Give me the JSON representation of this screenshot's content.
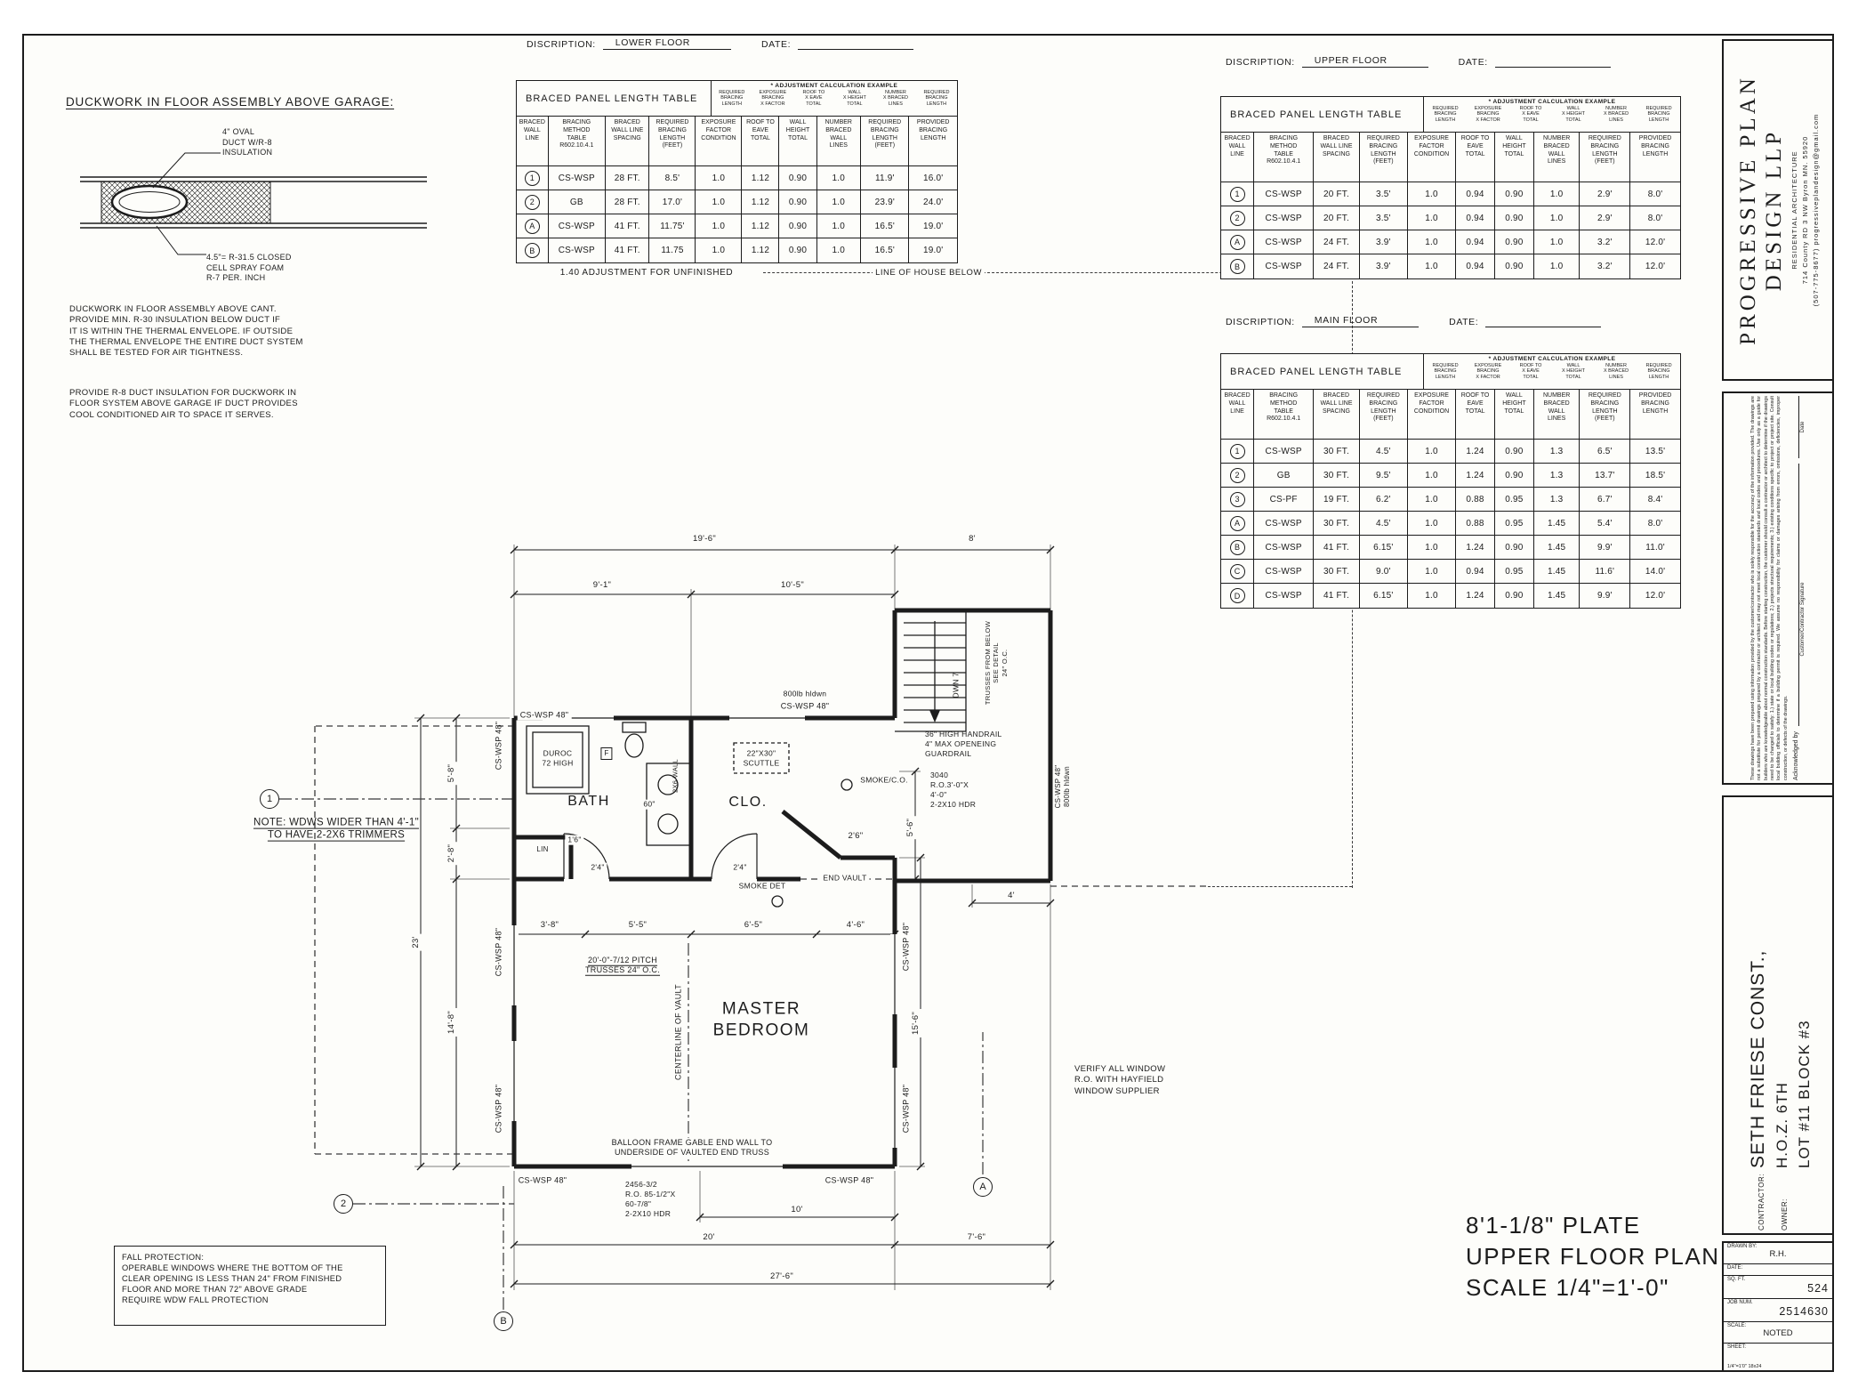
{
  "duct_detail": {
    "title": "DUCKWORK IN FLOOR ASSEMBLY ABOVE GARAGE:",
    "callout_top": "4\" OVAL\nDUCT W/R-8\nINSULATION",
    "callout_bottom": "4.5\"= R-31.5 CLOSED\nCELL SPRAY FOAM\nR-7 PER. INCH",
    "note1": "DUCKWORK IN FLOOR ASSEMBLY ABOVE CANT.\nPROVIDE MIN. R-30 INSULATION BELOW DUCT IF\nIT IS WITHIN THE THERMAL ENVELOPE. IF OUTSIDE\nTHE THERMAL ENVELOPE THE ENTIRE DUCT SYSTEM\nSHALL BE TESTED FOR AIR TIGHTNESS.",
    "note2": "PROVIDE R-8 DUCT INSULATION FOR DUCKWORK IN\nFLOOR SYSTEM ABOVE GARAGE IF DUCT PROVIDES\nCOOL CONDITIONED AIR TO SPACE IT SERVES."
  },
  "tables_shared": {
    "discription_label": "DISCRIPTION:",
    "date_label": "DATE:",
    "title": "BRACED PANEL LENGTH TABLE",
    "adj_title": "* ADJUSTMENT CALCULATION EXAMPLE",
    "adj_cols": [
      "REQUIRED\nBRACING\nLENGTH",
      "EXPOSURE\nBRACING\nX FACTOR",
      "ROOF TO\nX EAVE\nTOTAL",
      "WALL\nX HEIGHT\nTOTAL",
      "NUMBER\nX BRACED\nLINES",
      "REQUIRED\nBRACING\nLENGTH"
    ],
    "headers": [
      "BRACED\nWALL\nLINE",
      "BRACING\nMETHOD\nTABLE\nR602.10.4.1",
      "BRACED\nWALL LINE\nSPACING",
      "REQUIRED\nBRACING\nLENGTH\n(FEET)",
      "EXPOSURE\nFACTOR\nCONDITION",
      "ROOF TO\nEAVE\nTOTAL",
      "WALL\nHEIGHT\nTOTAL",
      "NUMBER\nBRACED\nWALL\nLINES",
      "REQUIRED\nBRACING\nLENGTH\n(FEET)",
      "PROVIDED\nBRACING\nLENGTH"
    ]
  },
  "tables": [
    {
      "discription": "LOWER FLOOR",
      "footnote": "1.40 ADJUSTMENT FOR UNFINISHED",
      "rows": [
        [
          "1",
          "CS-WSP",
          "28 FT.",
          "8.5'",
          "1.0",
          "1.12",
          "0.90",
          "1.0",
          "11.9'",
          "16.0'"
        ],
        [
          "2",
          "GB",
          "28 FT.",
          "17.0'",
          "1.0",
          "1.12",
          "0.90",
          "1.0",
          "23.9'",
          "24.0'"
        ],
        [
          "A",
          "CS-WSP",
          "41 FT.",
          "11.75'",
          "1.0",
          "1.12",
          "0.90",
          "1.0",
          "16.5'",
          "19.0'"
        ],
        [
          "B",
          "CS-WSP",
          "41 FT.",
          "11.75",
          "1.0",
          "1.12",
          "0.90",
          "1.0",
          "16.5'",
          "19.0'"
        ]
      ]
    },
    {
      "discription": "UPPER FLOOR",
      "rows": [
        [
          "1",
          "CS-WSP",
          "20 FT.",
          "3.5'",
          "1.0",
          "0.94",
          "0.90",
          "1.0",
          "2.9'",
          "8.0'"
        ],
        [
          "2",
          "CS-WSP",
          "20 FT.",
          "3.5'",
          "1.0",
          "0.94",
          "0.90",
          "1.0",
          "2.9'",
          "8.0'"
        ],
        [
          "A",
          "CS-WSP",
          "24 FT.",
          "3.9'",
          "1.0",
          "0.94",
          "0.90",
          "1.0",
          "3.2'",
          "12.0'"
        ],
        [
          "B",
          "CS-WSP",
          "24 FT.",
          "3.9'",
          "1.0",
          "0.94",
          "0.90",
          "1.0",
          "3.2'",
          "12.0'"
        ]
      ]
    },
    {
      "discription": "MAIN FLOOR",
      "rows": [
        [
          "1",
          "CS-WSP",
          "30 FT.",
          "4.5'",
          "1.0",
          "1.24",
          "0.90",
          "1.3",
          "6.5'",
          "13.5'"
        ],
        [
          "2",
          "GB",
          "30 FT.",
          "9.5'",
          "1.0",
          "1.24",
          "0.90",
          "1.3",
          "13.7'",
          "18.5'"
        ],
        [
          "3",
          "CS-PF",
          "19 FT.",
          "6.2'",
          "1.0",
          "0.88",
          "0.95",
          "1.3",
          "6.7'",
          "8.4'"
        ],
        [
          "A",
          "CS-WSP",
          "30 FT.",
          "4.5'",
          "1.0",
          "0.88",
          "0.95",
          "1.45",
          "5.4'",
          "8.0'"
        ],
        [
          "B",
          "CS-WSP",
          "41 FT.",
          "6.15'",
          "1.0",
          "1.24",
          "0.90",
          "1.45",
          "9.9'",
          "11.0'"
        ],
        [
          "C",
          "CS-WSP",
          "30 FT.",
          "9.0'",
          "1.0",
          "0.94",
          "0.95",
          "1.45",
          "11.6'",
          "14.0'"
        ],
        [
          "D",
          "CS-WSP",
          "41 FT.",
          "6.15'",
          "1.0",
          "1.24",
          "0.90",
          "1.45",
          "9.9'",
          "12.0'"
        ]
      ]
    }
  ],
  "callouts": {
    "line_of_house": "LINE OF HOUSE BELOW"
  },
  "notes": {
    "trimmers": "NOTE: WDWS WIDER THAN 4'-1\"\nTO HAVE 2-2X6 TRIMMERS",
    "fall_protection": "FALL PROTECTION:\nOPERABLE WINDOWS WHERE THE BOTTOM OF THE\nCLEAR OPENING IS LESS THAN 24\" FROM FINISHED\nFLOOR AND MORE THAN 72\" ABOVE GRADE\nREQUIRE WDW FALL PROTECTION",
    "verify_windows": "VERIFY ALL WINDOW\nR.O. WITH HAYFIELD\nWINDOW SUPPLIER"
  },
  "plan": {
    "labels": {
      "cs_wsp": "CS-WSP 48\"",
      "hldwn": "800lb hldwn",
      "cs_hldwn": "CS-WSP 48\"\n800lb hldwn",
      "duroc": "DUROC\n72 HIGH",
      "fan": "F",
      "bath": "BATH",
      "lin": "LIN",
      "wall2x6": "2X6 WALL",
      "scuttle": "22\"X30\"\nSCUTTLE",
      "clo": "CLO.",
      "smoke_co": "SMOKE/C.O.",
      "smoke_det": "SMOKE DET",
      "end_vault": "END VAULT",
      "window3040": "3040\nR.O.3'-0\"X\n4'-0\"\n2-2X10 HDR",
      "handrail": "36\" HIGH HANDRAIL\n4\" MAX OPENEING\nGUARDRAIL",
      "trusses_below": "TRUSSES FROM BELOW\nSEE DETAIL\n24\" O.C.",
      "dwn": "DWN 7",
      "pitch": "20'-0\"-7/12 PITCH\nTRUSSES 24\" O.C.",
      "centerline": "CENTERLINE OF VAULT",
      "master": "MASTER\nBEDROOM",
      "balloon": "BALLOON FRAME GABLE END WALL TO\nUNDERSIDE OF VAULTED END TRUSS",
      "window2456": "2456-3/2\nR.O. 85-1/2\"X\n60-7/8\"\n2-2X10 HDR"
    },
    "dims": {
      "d19_6": "19'-6\"",
      "d8": "8'",
      "d9_1": "9'-1\"",
      "d10_5": "10'-5\"",
      "d23": "23'",
      "d5_8": "5'-8\"",
      "d2_8": "2'-8\"",
      "d14_8": "14'-8\"",
      "d3_8": "3'-8\"",
      "d5_5": "5'-5\"",
      "d6_5": "6'-5\"",
      "d4_6": "4'-6\"",
      "d15_6": "15'-6\"",
      "d5_6": "5'-6\"",
      "d4": "4'",
      "d2_6": "2'6\"",
      "d10": "10'",
      "d20": "20'",
      "d7_6": "7'-6\"",
      "d27_6": "27'-6\"",
      "d1_6": "1'6\"",
      "d2_4": "2'4\"",
      "d60": "60\""
    },
    "markers": {
      "m1": "1",
      "m2": "2",
      "mA": "A",
      "mB": "B"
    }
  },
  "plan_title": "8'1-1/8\" PLATE\nUPPER FLOOR PLAN\nSCALE 1/4\"=1'-0\"",
  "titleblock": {
    "firm_line1": "PROGRESSIVE PLAN",
    "firm_line2": "DESIGN LLP",
    "firm_sub1": "RESIDENTIAL ARCHITECTURE",
    "firm_sub2": "714 County RD 3 NW Byron MN. 55920",
    "firm_sub3": "(507-775-8677)  progressiveplandesign@gmail.com",
    "disclaimer": "These drawings have been prepared using information provided by the customer/contractor who is solely responsible for the accuracy of the information provided. The drawings are not a substitute for permit drawings prepared by a contractor or architect and may not meet local construction standards and local codes and procedures. Use only as a guide for builders who are knowledgeable about normal construction standards. Before starting construction, the customer should consult a contractor or architect to determine if the drawings need to be changed to satisfy: 1.) state or local building codes or regulations; 2.) projects structural requirements; 3.) existing conditions specific to project or project site. Consult local building officials to determine if a building permit is required. We assume no responsibility for claims or damages arising from errors, omissions, deficiencies, improper construction, or defects of the drawings.",
    "ack_label": "Acknowledged by",
    "sig_label": "Customer/Contractor Signature",
    "date_label": "Date",
    "contractor_label": "CONTRACTOR:",
    "contractor": "SETH FRIESE CONST.,",
    "owner_label": "OWNER:",
    "owner_line1": "H.O.Z. 6TH",
    "owner_line2": "LOT #11 BLOCK #3",
    "info": {
      "drawn_by_label": "DRAWN BY:",
      "drawn_by": "R.H.",
      "date_label": "DATE:",
      "sqft_label": "SQ. FT.",
      "sqft": "524",
      "job_label": "JOB NUM.",
      "job": "2514630",
      "scale_label": "SCALE:",
      "scale": "NOTED",
      "sheet_label": "SHEET:",
      "format": "1/4\"=1'0\"   18x24"
    }
  }
}
